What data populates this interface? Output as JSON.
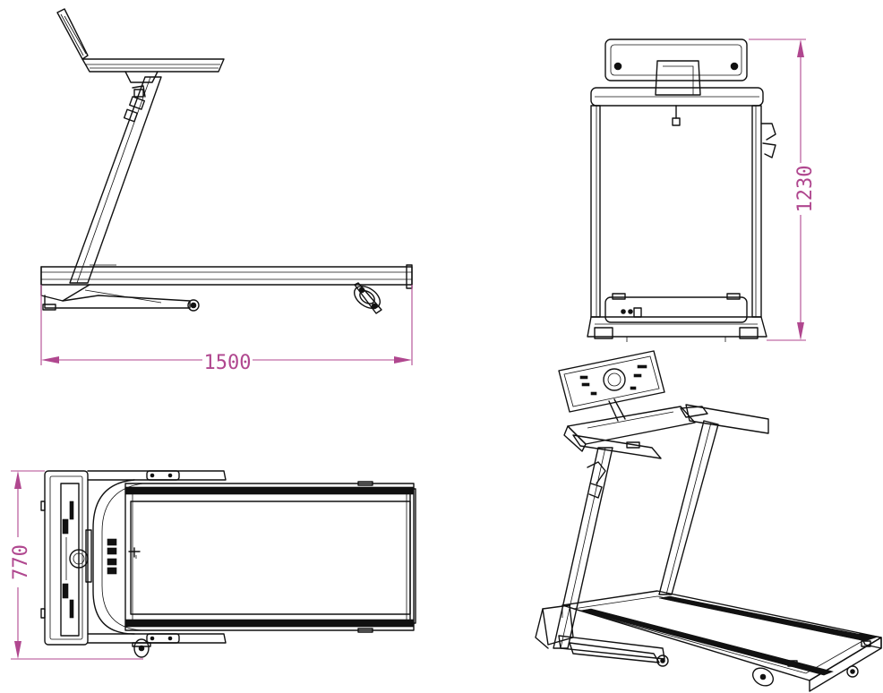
{
  "colors": {
    "dimension": "#b0478f",
    "line": "#111111",
    "background": "#ffffff"
  },
  "dimensions": {
    "length": "1500",
    "height": "1230",
    "width": "770"
  },
  "views": [
    "side-view",
    "front-view",
    "top-view",
    "isometric-view"
  ]
}
